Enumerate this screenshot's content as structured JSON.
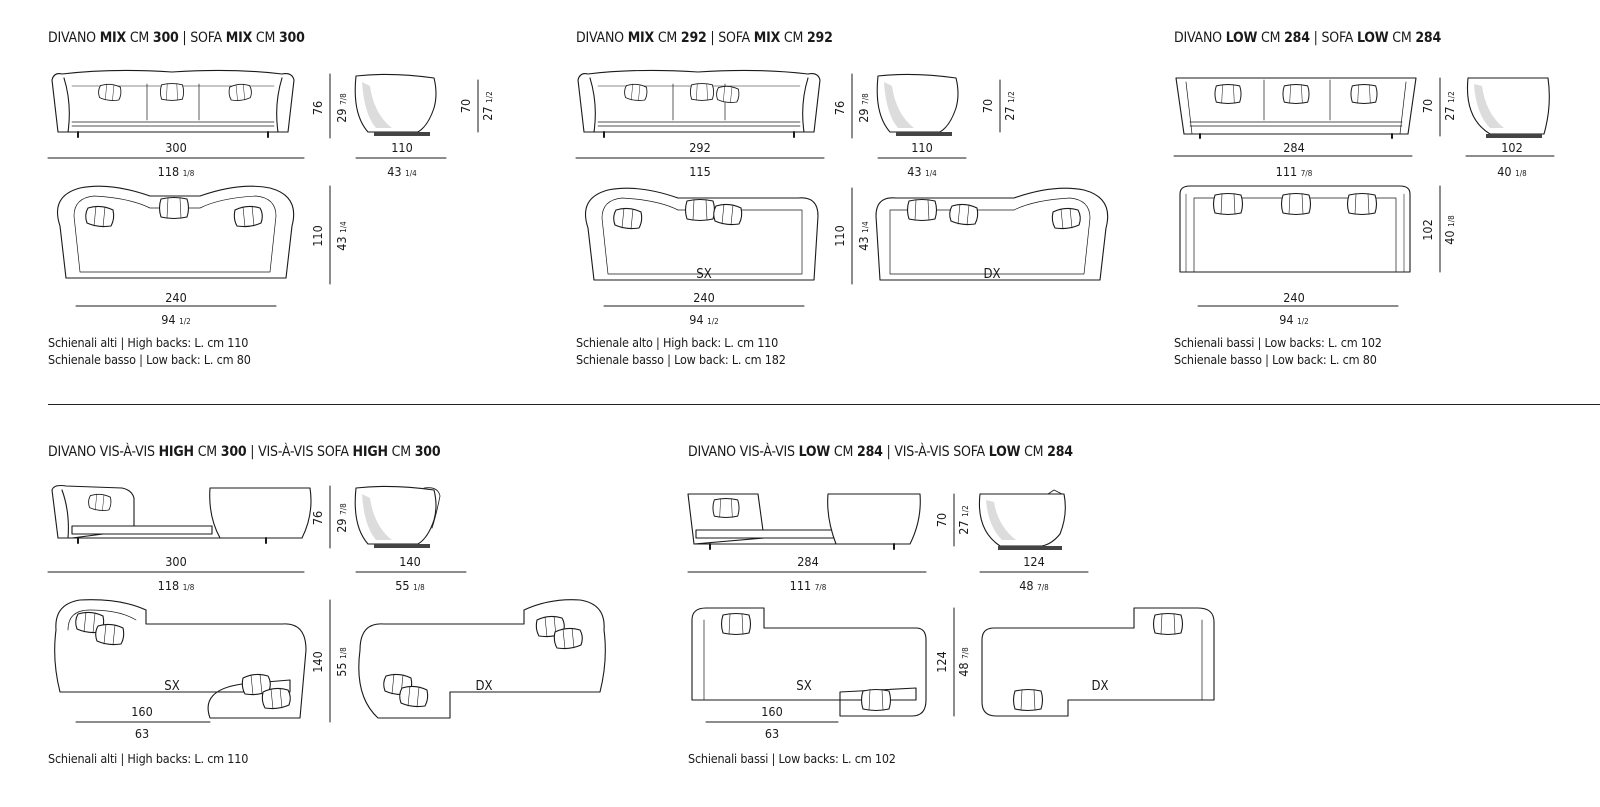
{
  "sections": {
    "mix300": {
      "title": [
        {
          "t": "DIVANO ",
          "b": false
        },
        {
          "t": "MIX",
          "b": true
        },
        {
          "t": " CM ",
          "b": false
        },
        {
          "t": "300",
          "b": true
        },
        {
          "t": " | SOFA ",
          "b": false
        },
        {
          "t": "MIX",
          "b": true
        },
        {
          "t": " CM ",
          "b": false
        },
        {
          "t": "300",
          "b": true
        }
      ],
      "width_cm": "300",
      "width_in": "118",
      "width_in_frac": "1/8",
      "height_cm": "76",
      "height_in": "29",
      "height_in_frac": "7/8",
      "side_depth_cm": "110",
      "side_depth_in": "43",
      "side_depth_in_frac": "1/4",
      "side_height_cm": "70",
      "side_height_in": "27",
      "side_height_in_frac": "1/2",
      "plan_width_cm": "240",
      "plan_width_in": "94",
      "plan_width_in_frac": "1/2",
      "plan_depth_cm": "110",
      "plan_depth_in": "43",
      "plan_depth_in_frac": "1/4",
      "notes": [
        "Schienali alti | High backs: L. cm 110",
        "Schienale basso | Low back: L. cm 80"
      ]
    },
    "mix292": {
      "title": [
        {
          "t": "DIVANO ",
          "b": false
        },
        {
          "t": "MIX",
          "b": true
        },
        {
          "t": " CM ",
          "b": false
        },
        {
          "t": "292",
          "b": true
        },
        {
          "t": " | SOFA ",
          "b": false
        },
        {
          "t": "MIX",
          "b": true
        },
        {
          "t": " CM ",
          "b": false
        },
        {
          "t": "292",
          "b": true
        }
      ],
      "width_cm": "292",
      "width_in": "115",
      "height_cm": "76",
      "height_in": "29",
      "height_in_frac": "7/8",
      "side_depth_cm": "110",
      "side_depth_in": "43",
      "side_depth_in_frac": "1/4",
      "side_height_cm": "70",
      "side_height_in": "27",
      "side_height_in_frac": "1/2",
      "plan_width_cm": "240",
      "plan_width_in": "94",
      "plan_width_in_frac": "1/2",
      "plan_depth_cm": "110",
      "plan_depth_in": "43",
      "plan_depth_in_frac": "1/4",
      "label_left": "SX",
      "label_right": "DX",
      "notes": [
        "Schienale alto | High back: L. cm 110",
        "Schienale basso | Low back: L. cm 182"
      ]
    },
    "low284": {
      "title": [
        {
          "t": "DIVANO ",
          "b": false
        },
        {
          "t": "LOW",
          "b": true
        },
        {
          "t": " CM ",
          "b": false
        },
        {
          "t": "284",
          "b": true
        },
        {
          "t": " | SOFA ",
          "b": false
        },
        {
          "t": "LOW",
          "b": true
        },
        {
          "t": " CM ",
          "b": false
        },
        {
          "t": "284",
          "b": true
        }
      ],
      "width_cm": "284",
      "width_in": "111",
      "width_in_frac": "7/8",
      "height_cm": "70",
      "height_in": "27",
      "height_in_frac": "1/2",
      "side_depth_cm": "102",
      "side_depth_in": "40",
      "side_depth_in_frac": "1/8",
      "plan_width_cm": "240",
      "plan_width_in": "94",
      "plan_width_in_frac": "1/2",
      "plan_depth_cm": "102",
      "plan_depth_in": "40",
      "plan_depth_in_frac": "1/8",
      "notes": [
        "Schienali bassi | Low backs: L. cm 102",
        "Schienale basso | Low back: L. cm 80"
      ]
    },
    "vav_high": {
      "title": [
        {
          "t": "DIVANO VIS-À-VIS ",
          "b": false
        },
        {
          "t": "HIGH",
          "b": true
        },
        {
          "t": " CM ",
          "b": false
        },
        {
          "t": "300",
          "b": true
        },
        {
          "t": " | VIS-À-VIS SOFA ",
          "b": false
        },
        {
          "t": "HIGH",
          "b": true
        },
        {
          "t": " CM ",
          "b": false
        },
        {
          "t": "300",
          "b": true
        }
      ],
      "width_cm": "300",
      "width_in": "118",
      "width_in_frac": "1/8",
      "height_cm": "76",
      "height_in": "29",
      "height_in_frac": "7/8",
      "side_depth_cm": "140",
      "side_depth_in": "55",
      "side_depth_in_frac": "1/8",
      "plan_seat_cm": "160",
      "plan_seat_in": "63",
      "plan_depth_cm": "140",
      "plan_depth_in": "55",
      "plan_depth_in_frac": "1/8",
      "label_left": "SX",
      "label_right": "DX",
      "notes": [
        "Schienali alti | High backs: L. cm 110"
      ]
    },
    "vav_low": {
      "title": [
        {
          "t": "DIVANO VIS-À-VIS ",
          "b": false
        },
        {
          "t": "LOW",
          "b": true
        },
        {
          "t": " CM ",
          "b": false
        },
        {
          "t": "284",
          "b": true
        },
        {
          "t": " | VIS-À-VIS SOFA ",
          "b": false
        },
        {
          "t": "LOW",
          "b": true
        },
        {
          "t": " CM ",
          "b": false
        },
        {
          "t": "284",
          "b": true
        }
      ],
      "width_cm": "284",
      "width_in": "111",
      "width_in_frac": "7/8",
      "height_cm": "70",
      "height_in": "27",
      "height_in_frac": "1/2",
      "side_depth_cm": "124",
      "side_depth_in": "48",
      "side_depth_in_frac": "7/8",
      "plan_seat_cm": "160",
      "plan_seat_in": "63",
      "plan_depth_cm": "124",
      "plan_depth_in": "48",
      "plan_depth_in_frac": "7/8",
      "label_left": "SX",
      "label_right": "DX",
      "notes": [
        "Schienali bassi | Low backs: L. cm 102"
      ]
    }
  }
}
